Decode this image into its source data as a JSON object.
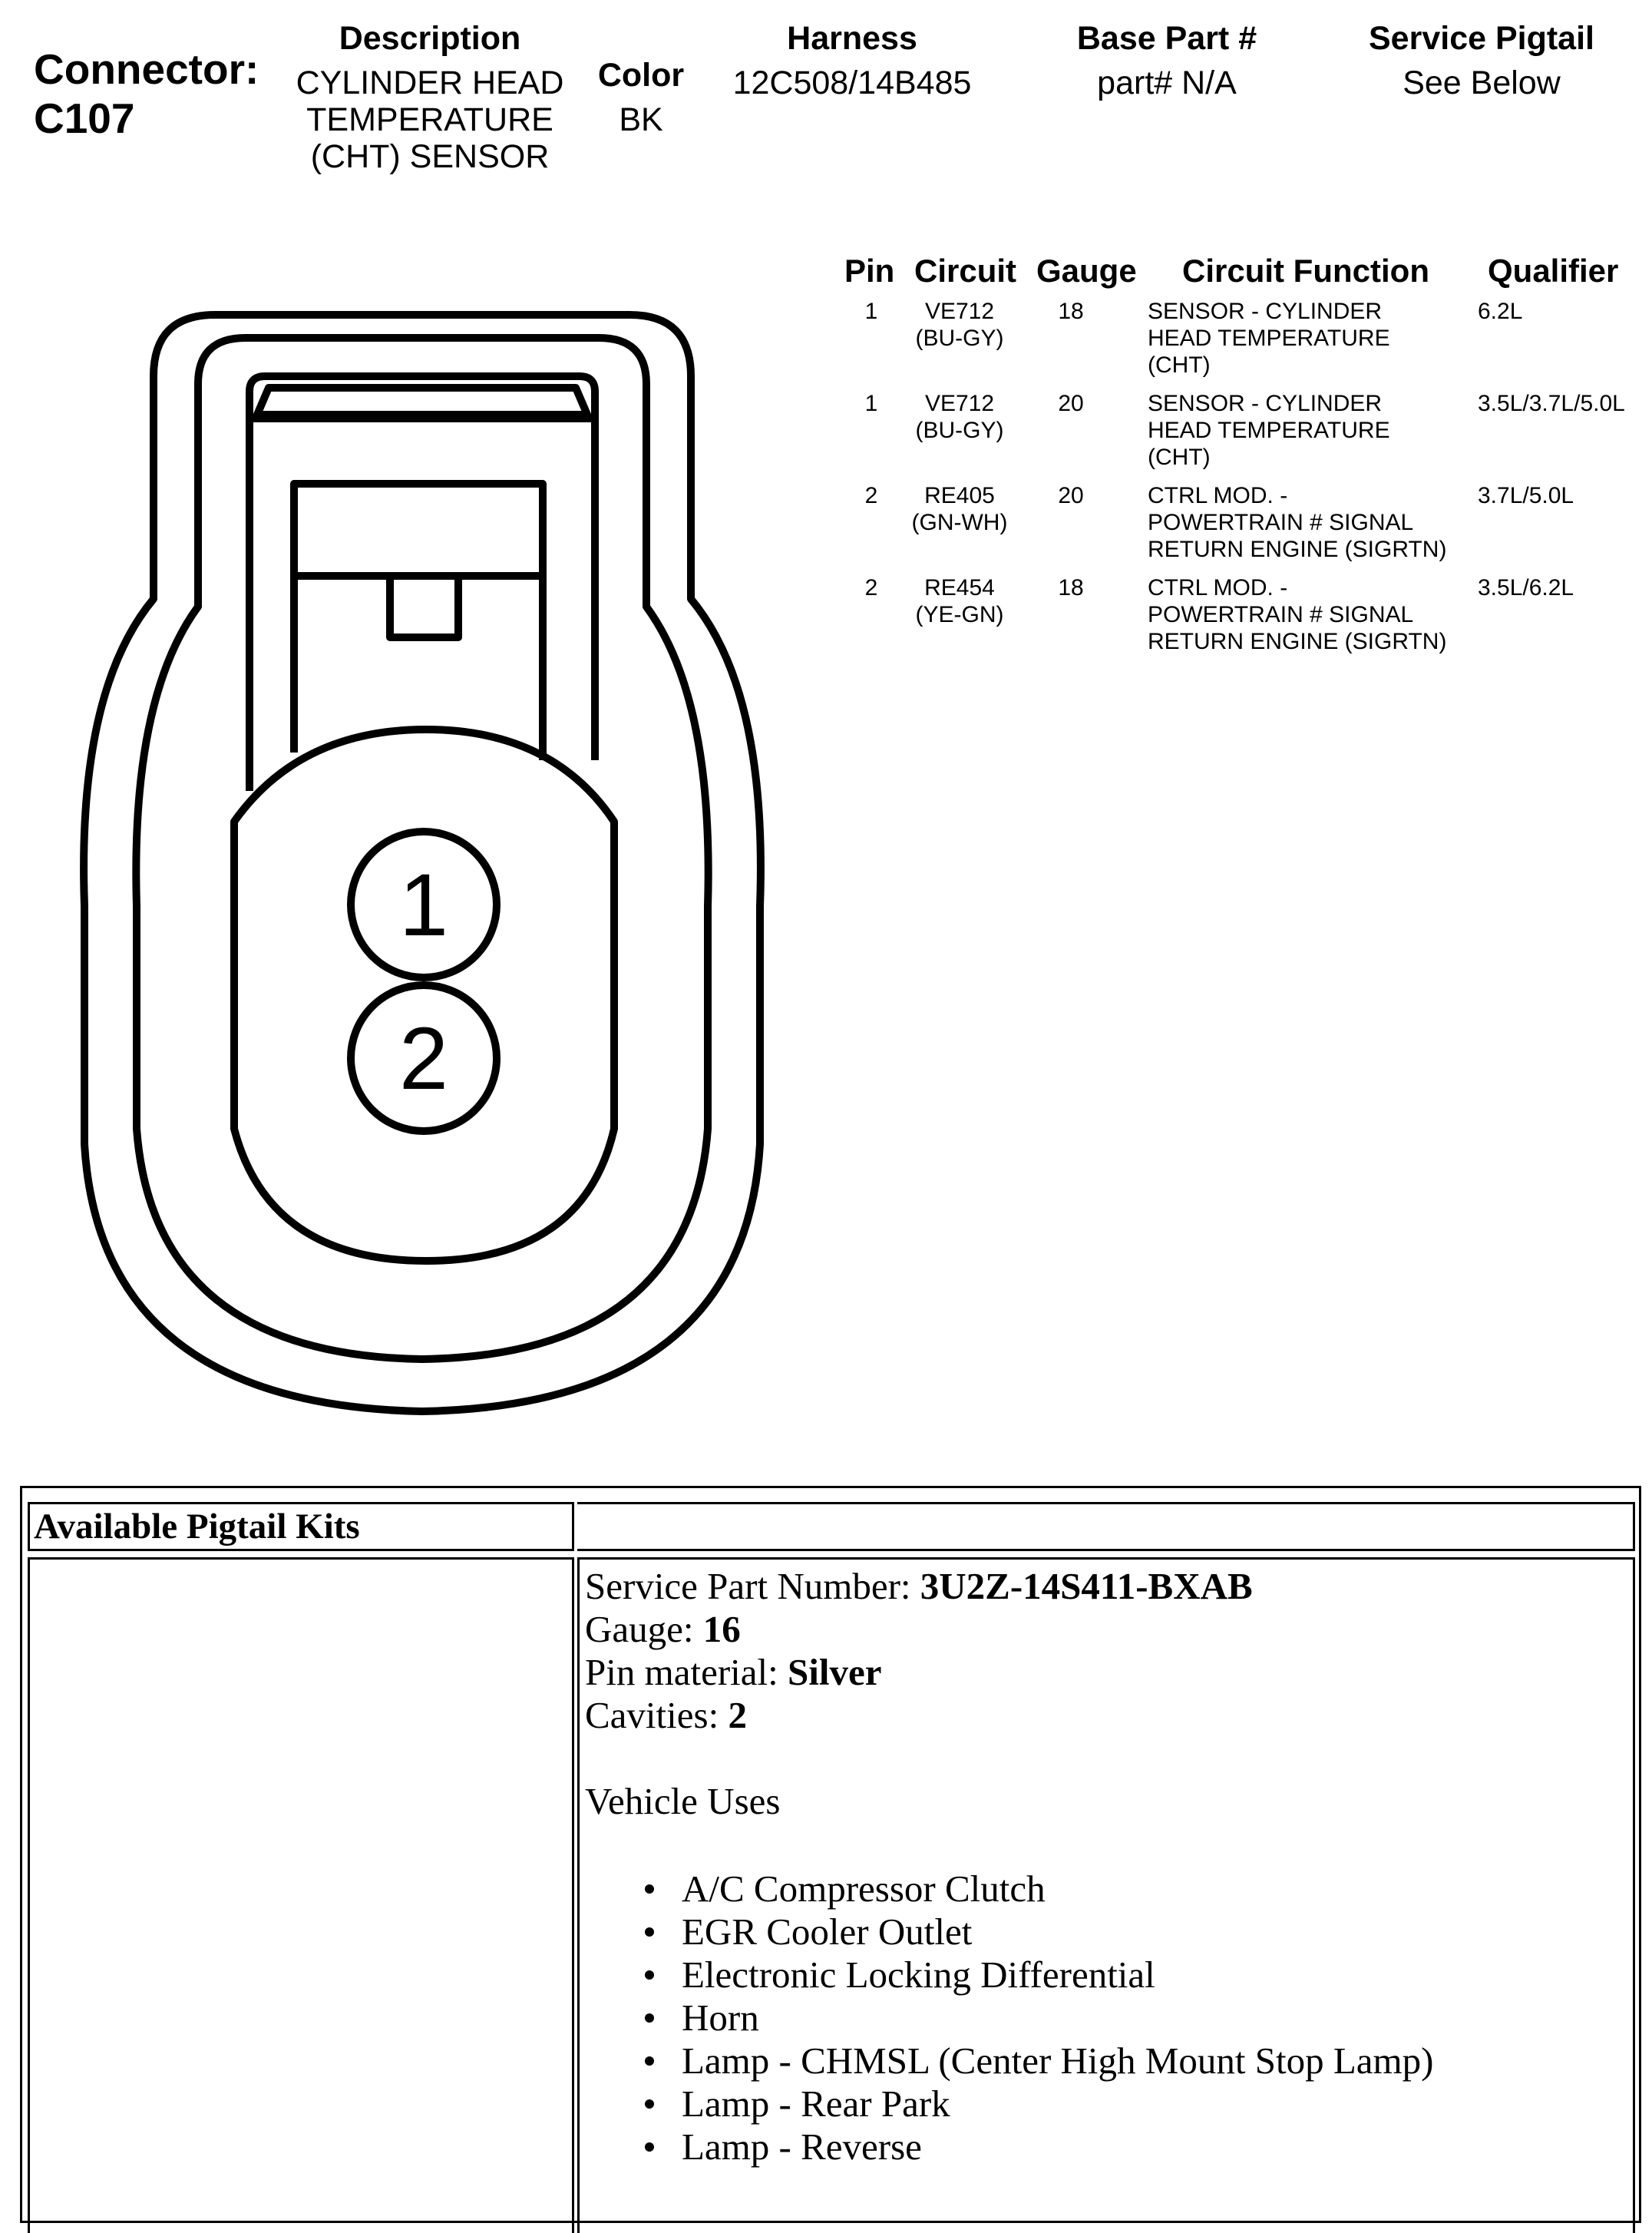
{
  "header": {
    "connector_label": "Connector:",
    "connector_id": "C107",
    "description": {
      "heading": "Description",
      "lines": [
        "CYLINDER HEAD",
        "TEMPERATURE",
        "(CHT) SENSOR"
      ]
    },
    "color": {
      "heading": "Color",
      "value": "BK"
    },
    "harness": {
      "heading": "Harness",
      "value": "12C508/14B485"
    },
    "base_part": {
      "heading": "Base Part #",
      "value": "part# N/A"
    },
    "service_pigtail": {
      "heading": "Service Pigtail",
      "value": "See Below"
    }
  },
  "pin_table": {
    "headers": {
      "pin": "Pin",
      "circuit": "Circuit",
      "gauge": "Gauge",
      "function": "Circuit Function",
      "qualifier": "Qualifier"
    },
    "rows": [
      {
        "pin": "1",
        "circuit": "VE712\n(BU-GY)",
        "gauge": "18",
        "function": "SENSOR - CYLINDER\nHEAD TEMPERATURE\n(CHT)",
        "qualifier": "6.2L"
      },
      {
        "pin": "1",
        "circuit": "VE712\n(BU-GY)",
        "gauge": "20",
        "function": "SENSOR - CYLINDER\nHEAD TEMPERATURE\n(CHT)",
        "qualifier": "3.5L/3.7L/5.0L"
      },
      {
        "pin": "2",
        "circuit": "RE405\n(GN-WH)",
        "gauge": "20",
        "function": "CTRL MOD. -\nPOWERTRAIN # SIGNAL\nRETURN ENGINE (SIGRTN)",
        "qualifier": "3.7L/5.0L"
      },
      {
        "pin": "2",
        "circuit": "RE454\n(YE-GN)",
        "gauge": "18",
        "function": "CTRL MOD. -\nPOWERTRAIN # SIGNAL\nRETURN ENGINE (SIGRTN)",
        "qualifier": "3.5L/6.2L"
      }
    ]
  },
  "connector_diagram": {
    "pins": [
      "1",
      "2"
    ]
  },
  "pigtail_kits": {
    "title": "Available Pigtail Kits",
    "service_part_label": "Service Part Number: ",
    "service_part_value": "3U2Z-14S411-BXAB",
    "gauge_label": "Gauge: ",
    "gauge_value": "16",
    "pin_material_label": "Pin material: ",
    "pin_material_value": "Silver",
    "cavities_label": "Cavities: ",
    "cavities_value": "2",
    "vehicle_uses_title": "Vehicle Uses",
    "vehicle_uses": [
      "A/C Compressor Clutch",
      "EGR Cooler Outlet",
      "Electronic Locking Differential",
      "Horn",
      "Lamp - CHMSL (Center High Mount Stop Lamp)",
      "Lamp - Rear Park",
      "Lamp - Reverse"
    ]
  }
}
